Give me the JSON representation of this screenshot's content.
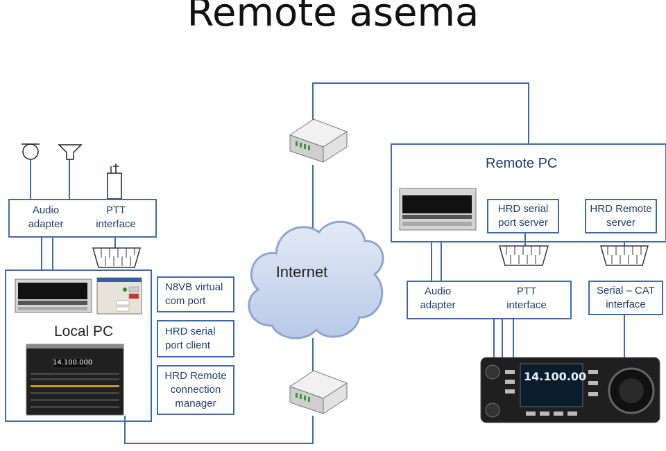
{
  "title": "Remote asema",
  "internet": {
    "label": "Internet"
  },
  "remote_pc": {
    "title": "Remote PC",
    "hrd_serial_port_server": "HRD serial\nport server",
    "hrd_remote_server": "HRD Remote\nserver"
  },
  "top_left": {
    "audio_adapter": "Audio\nadapter",
    "ptt_interface": "PTT\ninterface"
  },
  "local_pc": {
    "title": "Local PC",
    "n8vb": "N8VB virtual\ncom port",
    "hrd_serial_client": "HRD serial\nport client",
    "hrd_remote_cm": "HRD Remote\nconnection\nmanager"
  },
  "radio_side": {
    "audio_adapter": "Audio\nadapter",
    "ptt_interface": "PTT\ninterface",
    "serial_cat": "Serial – CAT\ninterface"
  },
  "radio": {
    "frequency": "14.100.00"
  },
  "local_screen": {
    "frequency": "14.100.000"
  },
  "colors": {
    "line": "#3f6aa5",
    "box_border": "#3f6aa5",
    "cloud": "#c8d6ee"
  },
  "icons": [
    "microphone-icon",
    "speaker-icon",
    "antenna-icon",
    "router-icon",
    "serial-connector-icon",
    "cloud-icon"
  ]
}
